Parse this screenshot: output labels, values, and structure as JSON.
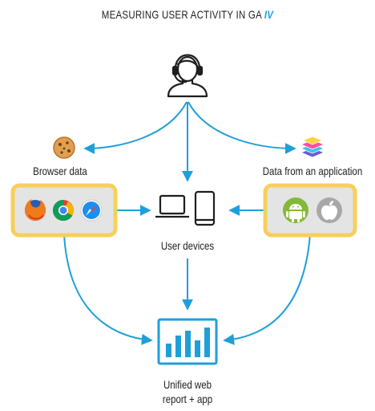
{
  "title": {
    "text": "MEASURING USER ACTIVITY IN GA",
    "accent": "IV"
  },
  "nodes": {
    "user": {
      "icon": "user-headset-icon"
    },
    "browser": {
      "label": "Browser data",
      "icons": [
        "cookie-icon",
        "firefox-icon",
        "chrome-icon",
        "safari-icon"
      ]
    },
    "application": {
      "label": "Data from an application",
      "icons": [
        "layers-icon",
        "android-icon",
        "apple-icon"
      ]
    },
    "devices": {
      "label": "User devices",
      "icons": [
        "laptop-icon",
        "smartphone-icon"
      ]
    },
    "report": {
      "label_line1": "Unified web",
      "label_line2": "report + app",
      "icon": "bar-chart-icon"
    }
  },
  "colors": {
    "arrow": "#1f9fd8",
    "box_border": "#f7cf5a",
    "box_fill": "#e4e4e4",
    "icon_stroke": "#1e1e1e",
    "report_icon": "#1f9fd8"
  }
}
